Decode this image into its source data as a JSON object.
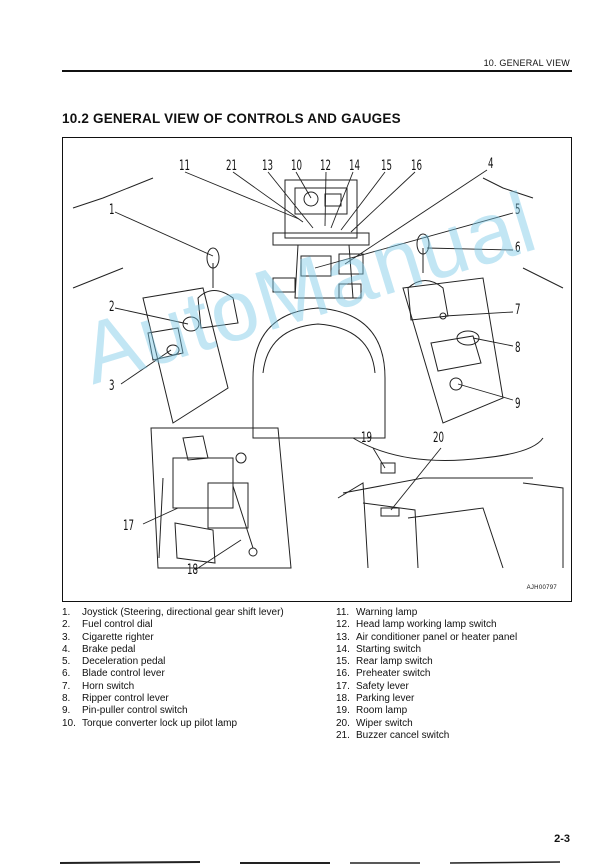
{
  "header": {
    "section_label": "10.  GENERAL VIEW"
  },
  "section": {
    "title": "10.2  GENERAL VIEW OF CONTROLS AND GAUGES"
  },
  "figure": {
    "code": "AJH00797",
    "callouts": [
      "1",
      "2",
      "3",
      "4",
      "5",
      "6",
      "7",
      "8",
      "9",
      "10",
      "11",
      "12",
      "13",
      "14",
      "15",
      "16",
      "17",
      "18",
      "19",
      "20",
      "21"
    ]
  },
  "legend": {
    "left": [
      {
        "num": "1.",
        "text": "Joystick (Steering, directional gear shift lever)"
      },
      {
        "num": "2.",
        "text": "Fuel control dial"
      },
      {
        "num": "3.",
        "text": "Cigarette righter"
      },
      {
        "num": "4.",
        "text": "Brake pedal"
      },
      {
        "num": "5.",
        "text": "Deceleration pedal"
      },
      {
        "num": "6.",
        "text": "Blade control lever"
      },
      {
        "num": "7.",
        "text": "Horn switch"
      },
      {
        "num": "8.",
        "text": "Ripper control lever"
      },
      {
        "num": "9.",
        "text": "Pin-puller control switch"
      },
      {
        "num": "10.",
        "text": "Torque converter lock up pilot lamp"
      }
    ],
    "right": [
      {
        "num": "11.",
        "text": "Warning lamp"
      },
      {
        "num": "12.",
        "text": "Head lamp working lamp switch"
      },
      {
        "num": "13.",
        "text": "Air conditioner panel or heater panel"
      },
      {
        "num": "14.",
        "text": "Starting switch"
      },
      {
        "num": "15.",
        "text": "Rear lamp switch"
      },
      {
        "num": "16.",
        "text": "Preheater switch"
      },
      {
        "num": "17.",
        "text": "Safety lever"
      },
      {
        "num": "18.",
        "text": "Parking lever"
      },
      {
        "num": "19.",
        "text": "Room lamp"
      },
      {
        "num": "20.",
        "text": "Wiper switch"
      },
      {
        "num": "21.",
        "text": "Buzzer cancel switch"
      }
    ]
  },
  "watermark": "AutoManual",
  "page_number": "2-3"
}
